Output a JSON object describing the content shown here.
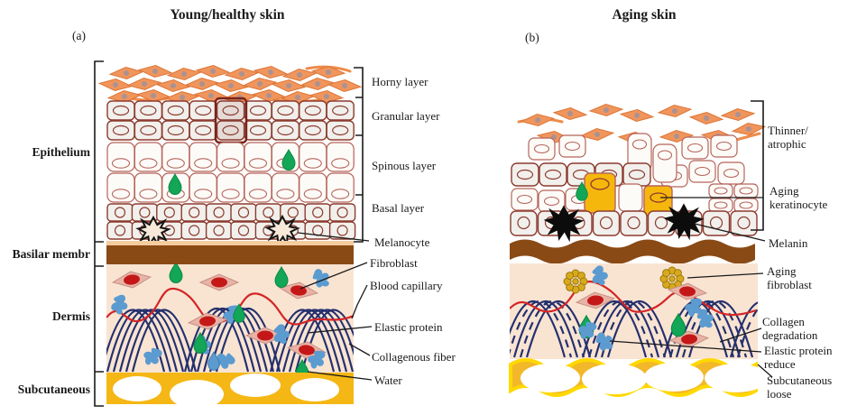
{
  "figure": {
    "panel_a": {
      "marker": "(a)",
      "title": "Young/healthy skin",
      "left_labels": {
        "epithelium": "Epithelium",
        "basilar_membrane": "Basilar membr",
        "dermis": "Dermis",
        "subcutaneous": "Subcutaneous"
      },
      "layer_labels": {
        "horny": "Horny layer",
        "granular": "Granular layer",
        "spinous": "Spinous layer",
        "basal": "Basal layer"
      },
      "annotations": {
        "melanocyte": "Melanocyte",
        "fibroblast": "Fibroblast",
        "blood_capillary": "Blood capillary",
        "elastic_protein": "Elastic protein",
        "collagenous_fiber": "Collagenous fiber",
        "water": "Water"
      }
    },
    "panel_b": {
      "marker": "(b)",
      "title": "Aging skin",
      "annotations": {
        "thinner_1": "Thinner/",
        "thinner_2": "atrophic",
        "keratinocyte_1": "Aging",
        "keratinocyte_2": "keratinocyte",
        "melanin": "Melanin",
        "fibroblast_1": "Aging",
        "fibroblast_2": "fibroblast",
        "collagen_1": "Collagen",
        "collagen_2": "degradation",
        "elastic_1": "Elastic protein",
        "elastic_2": "reduce",
        "subcutaneous_1": "Subcutaneous",
        "subcutaneous_2": "loose"
      }
    }
  },
  "colors": {
    "corneocyte_orange": "#F0955C",
    "cell_stroke": "#8C3B2F",
    "cell_stroke_light": "#B5645A",
    "membrane_brown": "#8A4A15",
    "dermis_bg": "#F9E4D2",
    "collagen_navy": "#24306E",
    "capillary_red": "#D42525",
    "fibroblast_pink": "#E7B3A6",
    "nucleus_red": "#C41818",
    "water_green": "#12A656",
    "elastic_blue": "#5B9BD0",
    "subcutaneous_gold": "#F5B715",
    "subcutaneous_bright": "#FFD800",
    "keratinocyte_yellow": "#F6B70D",
    "aging_fibroblast_gold": "#D9A91B",
    "melanin_black": "#0C0C0C"
  }
}
